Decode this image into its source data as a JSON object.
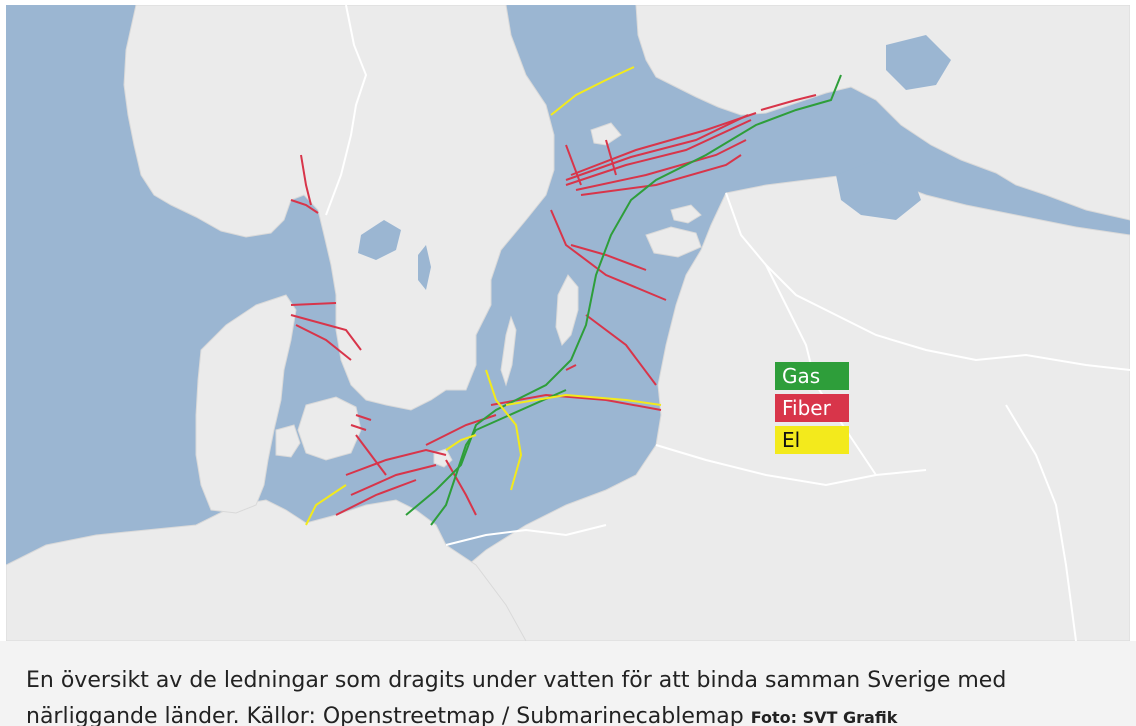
{
  "map": {
    "colors": {
      "sea": "#9bb6d2",
      "land": "#ebebeb",
      "border": "#ffffff",
      "gas": "#2e9e3a",
      "fiber": "#d8354a",
      "el": "#f3ea1c"
    },
    "legend": [
      {
        "key": "gas",
        "label": "Gas"
      },
      {
        "key": "fiber",
        "label": "Fiber"
      },
      {
        "key": "el",
        "label": "El"
      }
    ]
  },
  "caption": {
    "text": "En översikt av de ledningar som dragits under vatten för att binda samman Sverige med närliggande länder. Källor: Openstreetmap / Submarinecablemap",
    "credit": "Foto: SVT Grafik"
  }
}
